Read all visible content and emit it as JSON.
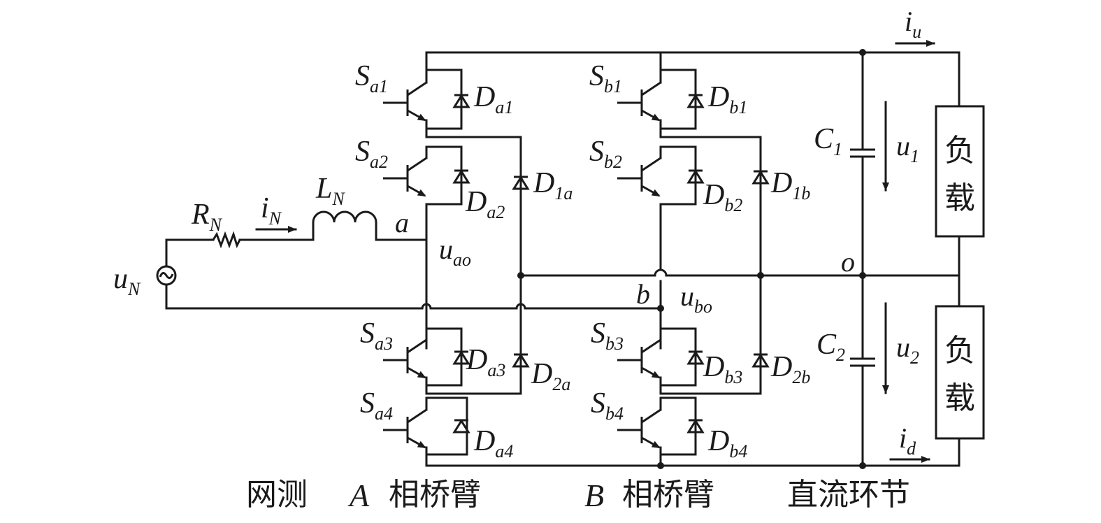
{
  "labels": {
    "source": "u",
    "source_sub": "N",
    "resistor": "R",
    "resistor_sub": "N",
    "current": "i",
    "current_sub": "N",
    "inductor": "L",
    "inductor_sub": "N",
    "node_a": "a",
    "node_b": "b",
    "node_o": "o",
    "u_ao": "u",
    "u_ao_sub": "ao",
    "u_bo": "u",
    "u_bo_sub": "bo",
    "C1": "C",
    "C1_sub": "1",
    "C2": "C",
    "C2_sub": "2",
    "u1": "u",
    "u1_sub": "1",
    "u2": "u",
    "u2_sub": "2",
    "iu": "i",
    "iu_sub": "u",
    "id": "i",
    "id_sub": "d",
    "load_line1": "负",
    "load_line2": "载"
  },
  "switches": {
    "Sa1": {
      "main": "S",
      "sub": "a1"
    },
    "Sa2": {
      "main": "S",
      "sub": "a2"
    },
    "Sa3": {
      "main": "S",
      "sub": "a3"
    },
    "Sa4": {
      "main": "S",
      "sub": "a4"
    },
    "Sb1": {
      "main": "S",
      "sub": "b1"
    },
    "Sb2": {
      "main": "S",
      "sub": "b2"
    },
    "Sb3": {
      "main": "S",
      "sub": "b3"
    },
    "Sb4": {
      "main": "S",
      "sub": "b4"
    }
  },
  "diodes": {
    "Da1": {
      "main": "D",
      "sub": "a1"
    },
    "Da2": {
      "main": "D",
      "sub": "a2"
    },
    "Da3": {
      "main": "D",
      "sub": "a3"
    },
    "Da4": {
      "main": "D",
      "sub": "a4"
    },
    "Db1": {
      "main": "D",
      "sub": "b1"
    },
    "Db2": {
      "main": "D",
      "sub": "b2"
    },
    "Db3": {
      "main": "D",
      "sub": "b3"
    },
    "Db4": {
      "main": "D",
      "sub": "b4"
    },
    "D1a": {
      "main": "D",
      "sub": "1a"
    },
    "D2a": {
      "main": "D",
      "sub": "2a"
    },
    "D1b": {
      "main": "D",
      "sub": "1b"
    },
    "D2b": {
      "main": "D",
      "sub": "2b"
    }
  },
  "captions": {
    "grid": "网测",
    "bridge_a_letter": "A",
    "bridge_a_text": "相桥臂",
    "bridge_b_letter": "B",
    "bridge_b_text": "相桥臂",
    "dc_link": "直流环节"
  }
}
